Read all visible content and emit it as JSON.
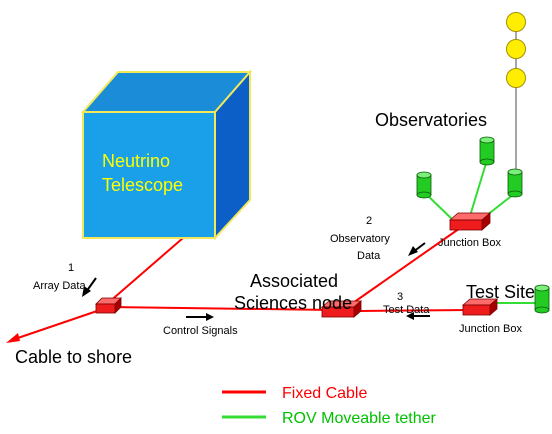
{
  "cube": {
    "line1": "Neutrino",
    "line2": "Telescope"
  },
  "labels": {
    "observatories": "Observatories",
    "junction_box_top": "Junction Box",
    "junction_box_bottom": "Junction Box",
    "test_site": "Test Site",
    "assoc_line1": "Associated",
    "assoc_line2": "Sciences  node",
    "cable_to_shore": "Cable to shore",
    "control_signals": "Control Signals",
    "flow1_num": "1",
    "flow1_text": "Array Data",
    "flow2_num": "2",
    "flow2_line1": "Observatory",
    "flow2_line2": "Data",
    "flow3_num": "3",
    "flow3_text": "Test Data"
  },
  "legend": {
    "fixed_cable": "Fixed Cable",
    "rov_tether": "ROV Moveable tether"
  },
  "colors": {
    "fixed_cable": "#ff0000",
    "rov_tether": "#33dd33",
    "cube_front": "#1aa0e8",
    "cube_side": "#0b5fc7",
    "cube_edge": "#f2e85a",
    "buoy": "#ffee00",
    "junction_box": "#ee1c1c",
    "cylinder": "#22cc22"
  }
}
